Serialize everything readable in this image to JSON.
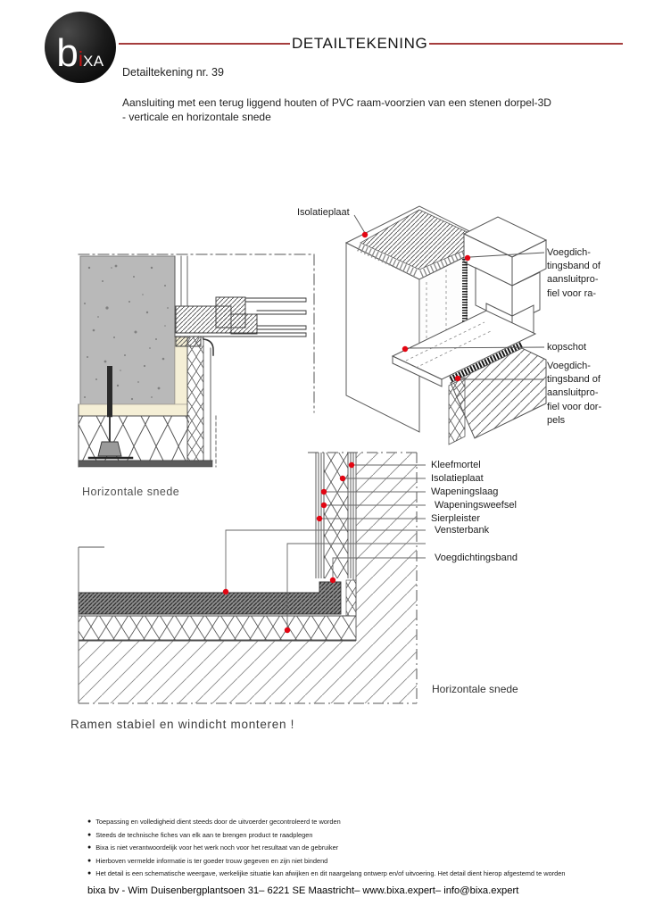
{
  "theme": {
    "accent": "#a53d3d",
    "marker": "#e30613",
    "concrete": "#b9b9b9",
    "cream": "#f5efd6"
  },
  "header": {
    "logo": {
      "b": "b",
      "i": "i",
      "xa": "XA"
    },
    "rule_title": "DETAILTEKENING",
    "doc_number": "Detailtekening nr. 39",
    "subtitle_line1": "Aansluiting met een terug liggend houten of PVC raam-voorzien van een stenen dorpel-3D",
    "subtitle_line2": "- verticale en horizontale snede"
  },
  "drawing": {
    "labels": {
      "isolatieplaat_top": "Isolatieplaat",
      "voegdicht_raam": [
        "Voegdich-",
        "tingsband of",
        "aansluitpro-",
        "fiel voor ra-"
      ],
      "kopschot": "kopschot",
      "voegdicht_dorpel": [
        "Voegdich-",
        "tingsband of",
        "aansluitpro-",
        "fiel voor dor-",
        "pels"
      ],
      "section_left": "Horizontale snede",
      "section_bottom": "Horizontale snede",
      "layer_labels": [
        "Kleefmortel",
        "Isolatieplaat",
        "Wapeningslaag",
        "Wapeningsweefsel",
        "Sierpleister",
        "Vensterbank",
        "Voegdichtingsband"
      ]
    }
  },
  "note": "Ramen stabiel en windicht monteren !",
  "disclaimers": [
    "Toepassing en volledigheid dient steeds door de uitvoerder gecontroleerd te worden",
    "Steeds de technische fiches van elk  aan te brengen product te raadplegen",
    "Bixa is niet verantwoordelijk voor  het werk noch voor het resultaat van de gebruiker",
    "Hierboven  vermelde informatie is ter goeder trouw gegeven  en zijn niet bindend",
    "Het detail is een schematische weergave, werkelijke situatie kan afwijken en dit naargelang ontwerp en/of uitvoering. Het detail dient hierop afgestemd te worden"
  ],
  "footer": "bixa bv - Wim Duisenbergplantsoen 31– 6221 SE Maastricht– www.bixa.expert– info@bixa.expert"
}
